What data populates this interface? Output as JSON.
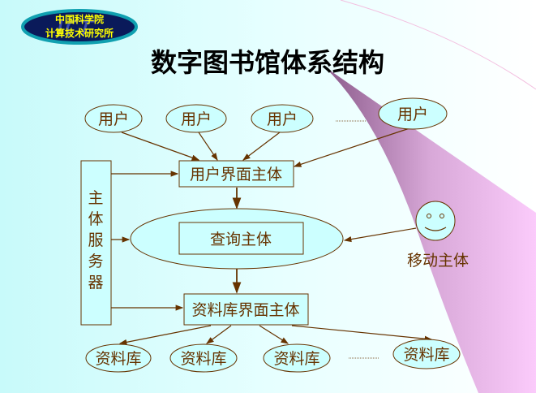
{
  "logo": {
    "line1": "中国科学院",
    "line2": "计算技术研究所"
  },
  "title": "数字图书馆体系结构",
  "users": [
    "用户",
    "用户",
    "用户",
    "用户"
  ],
  "user_interface": "用户界面主体",
  "server": [
    "主",
    "体",
    "服",
    "务",
    "器"
  ],
  "query": "查询主体",
  "mobile": "移动主体",
  "db_interface": "资料库界面主体",
  "databases": [
    "资料库",
    "资料库",
    "资料库",
    "资料库"
  ],
  "colors": {
    "text": "#663300",
    "fill": "#ccffff",
    "line": "#663300"
  }
}
